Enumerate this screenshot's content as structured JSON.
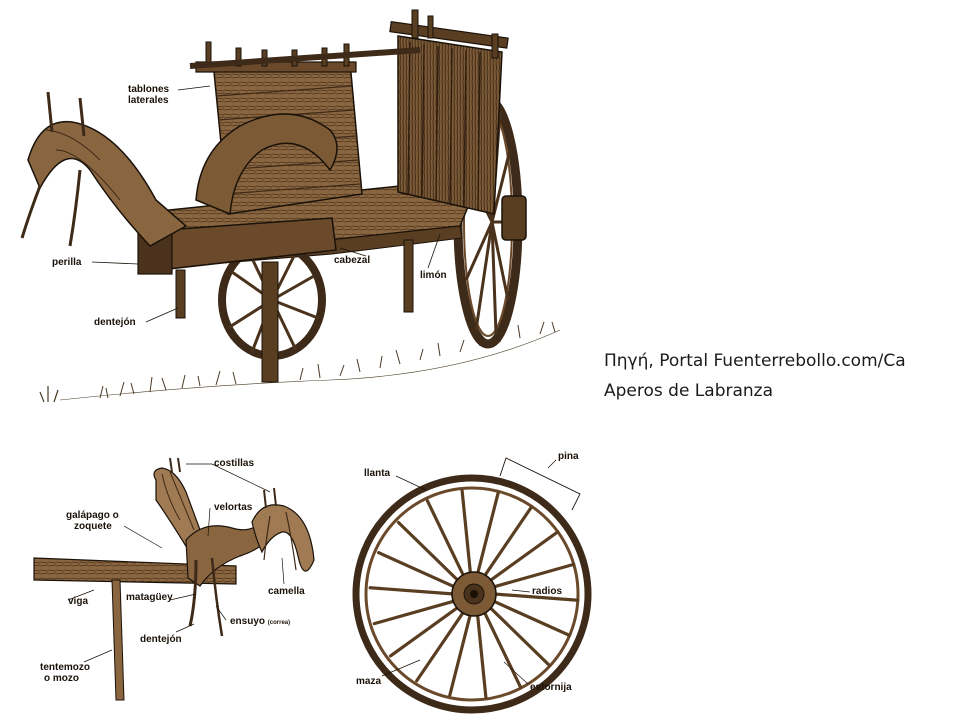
{
  "caption": {
    "line1": "Πηγή, Portal Fuenterrebollo.com/Ca",
    "line2": "Aperos de Labranza"
  },
  "cart_labels": {
    "tablones_line1": "tablones",
    "tablones_line2": "laterales",
    "perilla": "perilla",
    "dentejon": "dentejón",
    "cabezal": "cabezal",
    "limon": "limón"
  },
  "yoke_labels": {
    "costillas": "costillas",
    "velortas": "velortas",
    "galapago_line1": "galápago o",
    "galapago_line2": "zoquete",
    "camella": "camella",
    "viga": "viga",
    "mataguey": "matagüey",
    "ensuyo": "ensuyo",
    "ensuyo_note": "(correa)",
    "dentejon": "dentejón",
    "tentemozo_line1": "tentemozo",
    "tentemozo_line2": "o mozo"
  },
  "wheel_labels": {
    "llanta": "llanta",
    "pina": "pina",
    "radios": "radios",
    "maza": "maza",
    "estornija": "estornija"
  },
  "colors": {
    "ink": "#1a1209",
    "wood_dark": "#3e2a18",
    "wood_mid": "#6b4a2c",
    "wood_light": "#a07a52",
    "grass": "#4a3a26"
  }
}
